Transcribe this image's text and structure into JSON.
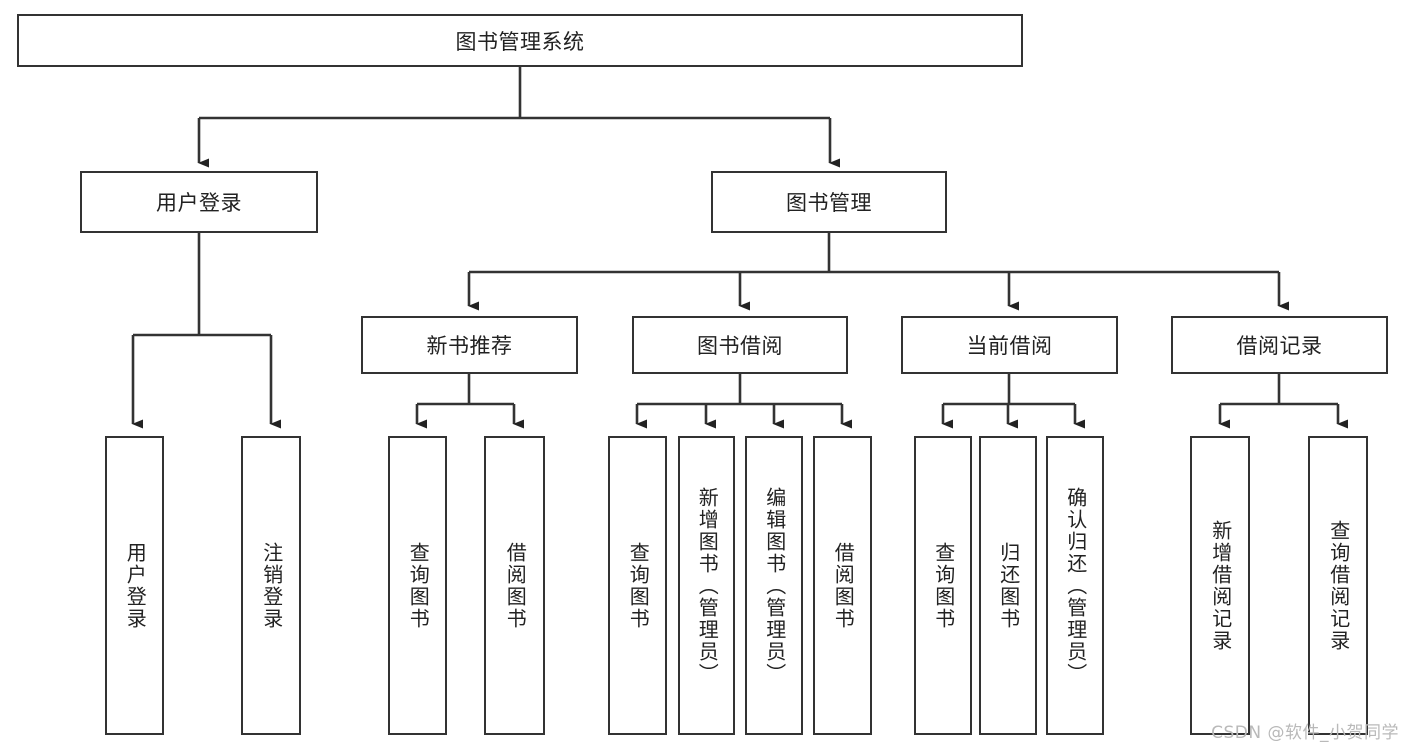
{
  "diagram": {
    "title": "图书管理系统",
    "type": "tree",
    "watermark": "CSDN @软件_小贺同学",
    "line_color": "#333333",
    "box_fill": "#ffffff",
    "text_color": "#222222",
    "root": {
      "label": "图书管理系统"
    },
    "level1": [
      {
        "label": "用户登录"
      },
      {
        "label": "图书管理"
      }
    ],
    "level2": [
      {
        "label": "新书推荐"
      },
      {
        "label": "图书借阅"
      },
      {
        "label": "当前借阅"
      },
      {
        "label": "借阅记录"
      }
    ],
    "leaves": {
      "user_login": [
        {
          "label": "用户登录"
        },
        {
          "label": "注销登录"
        }
      ],
      "new_book_recommend": [
        {
          "label": "查询图书"
        },
        {
          "label": "借阅图书"
        }
      ],
      "book_borrow": [
        {
          "label": "查询图书"
        },
        {
          "label": "新增图书（管理员）"
        },
        {
          "label": "编辑图书（管理员）"
        },
        {
          "label": "借阅图书"
        }
      ],
      "current_borrow": [
        {
          "label": "查询图书"
        },
        {
          "label": "归还图书"
        },
        {
          "label": "确认归还（管理员）"
        }
      ],
      "borrow_record": [
        {
          "label": "新增借阅记录"
        },
        {
          "label": "查询借阅记录"
        }
      ]
    }
  }
}
